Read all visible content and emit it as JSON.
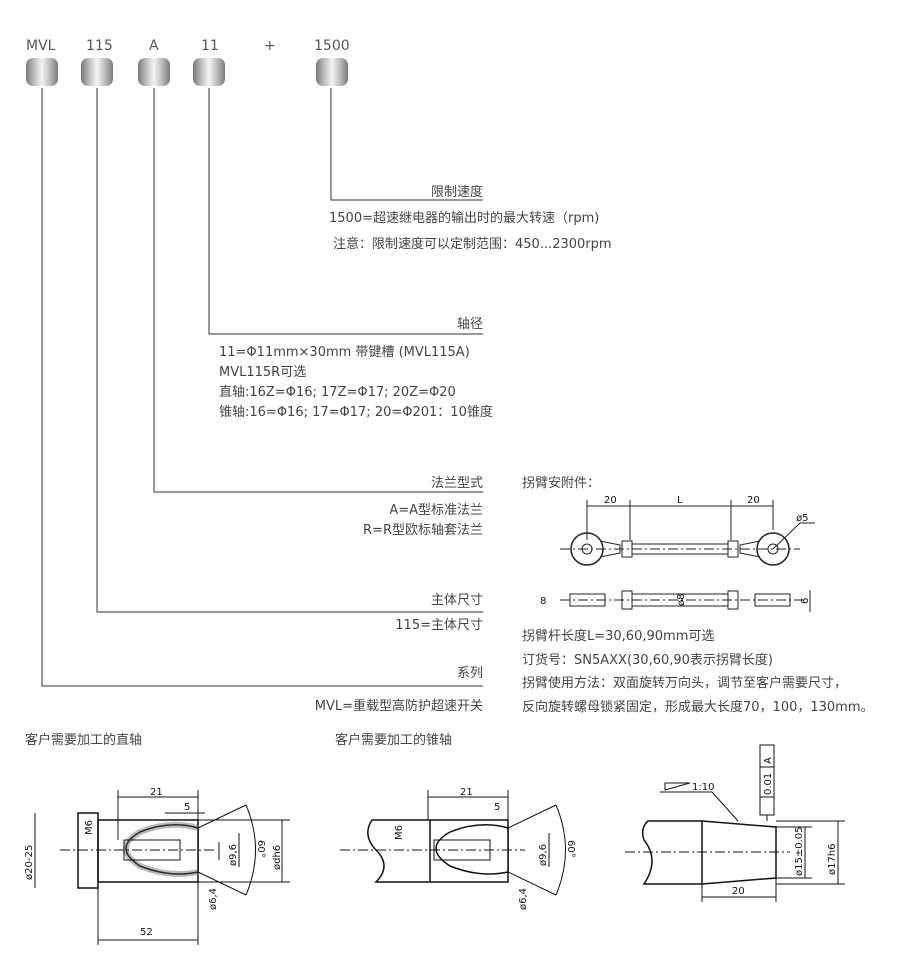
{
  "codes": {
    "series": "MVL",
    "size": "115",
    "flange": "A",
    "shaft": "11",
    "plus": "+",
    "speed": "1500"
  },
  "speed": {
    "title": "限制速度",
    "desc": "1500=超速继电器的输出时的最大转速（rpm)",
    "note": "注意：限制速度可以定制范围：450...2300rpm"
  },
  "shaft": {
    "title": "轴径",
    "lines": [
      "11=Φ11mm×30mm 带键槽 (MVL115A)",
      "MVL115R可选",
      "直轴:16Z=Φ16; 17Z=Φ17; 20Z=Φ20",
      "锥轴:16=Φ16; 17=Φ17; 20=Φ201：10锥度"
    ]
  },
  "flange": {
    "title": "法兰型式",
    "lines": [
      "A=A型标准法兰",
      "R=R型欧标轴套法兰"
    ]
  },
  "body": {
    "title": "主体尺寸",
    "desc": "115=主体尺寸"
  },
  "series": {
    "title": "系列",
    "desc": "MVL=重载型高防护超速开关"
  },
  "arm": {
    "title": "拐臂安附件：",
    "dims": {
      "left": "20",
      "mid": "L",
      "right": "20",
      "hole": "ø5",
      "w1": "8",
      "d": "ø8",
      "w2": "6"
    },
    "lines": [
      "拐臂杆长度L=30,60,90mm可选",
      "订货号：SN5AXX(30,60,90表示拐臂长度)",
      "拐臂使用方法：双面旋转万向头，调节至客户需要尺寸，",
      "反向旋转螺母锁紧固定，形成最大长度70，100，130mm。"
    ]
  },
  "straight": {
    "caption": "客户需要加工的直轴",
    "dims": {
      "len": "21",
      "key": "5",
      "od": "ø20-25",
      "thread": "M6",
      "d1": "ø9,6",
      "angle": "60°",
      "dh": "ødh6",
      "d2": "ø6,4",
      "total": "52"
    }
  },
  "taper": {
    "caption": "客户需要加工的锥轴",
    "dims": {
      "len": "21",
      "key": "5",
      "thread": "M6",
      "d1": "ø9,6",
      "angle": "60°",
      "d2": "ø6,4"
    }
  },
  "cone": {
    "dims": {
      "ratio": "1:10",
      "tol": "0.01",
      "datum": "A",
      "d1": "ø15±0.05",
      "d2": "ø17h6",
      "len": "20"
    }
  }
}
